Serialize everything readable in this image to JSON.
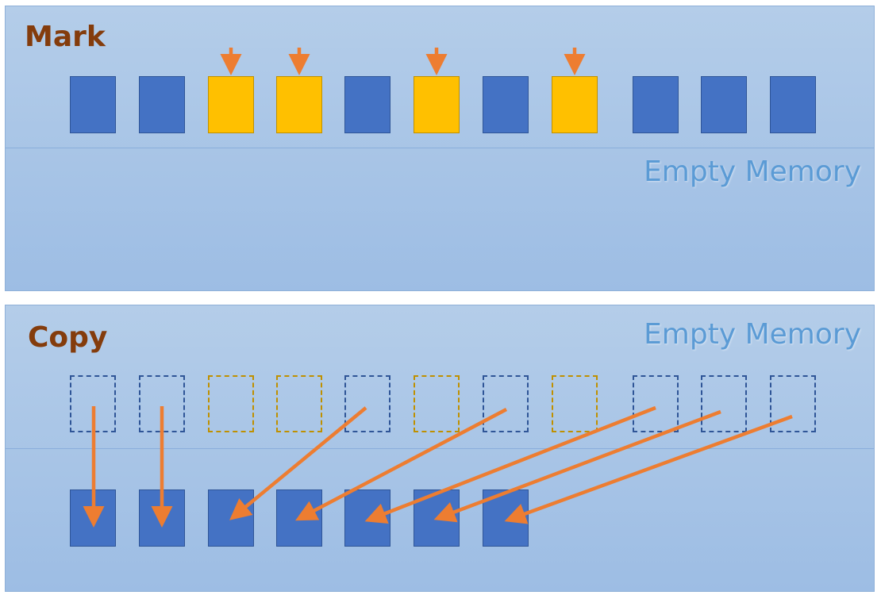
{
  "mark_section": {
    "title": "Mark",
    "empty_label": "Empty Memory",
    "objects": [
      "live",
      "live",
      "marked",
      "marked",
      "live",
      "marked",
      "live",
      "marked",
      "live",
      "live",
      "live"
    ]
  },
  "copy_section": {
    "title": "Copy",
    "empty_label": "Empty Memory",
    "old_slots": [
      "live",
      "live",
      "marked",
      "marked",
      "live",
      "marked",
      "live",
      "marked",
      "live",
      "live",
      "live"
    ],
    "copied_count": 7,
    "copy_map": [
      0,
      1,
      4,
      6,
      8,
      9,
      10
    ]
  },
  "colors": {
    "live_block": "#4472c4",
    "marked_block": "#ffc000",
    "arrow": "#ed7d31",
    "title": "#843c0c",
    "empty_label": "#5b9bd5"
  }
}
